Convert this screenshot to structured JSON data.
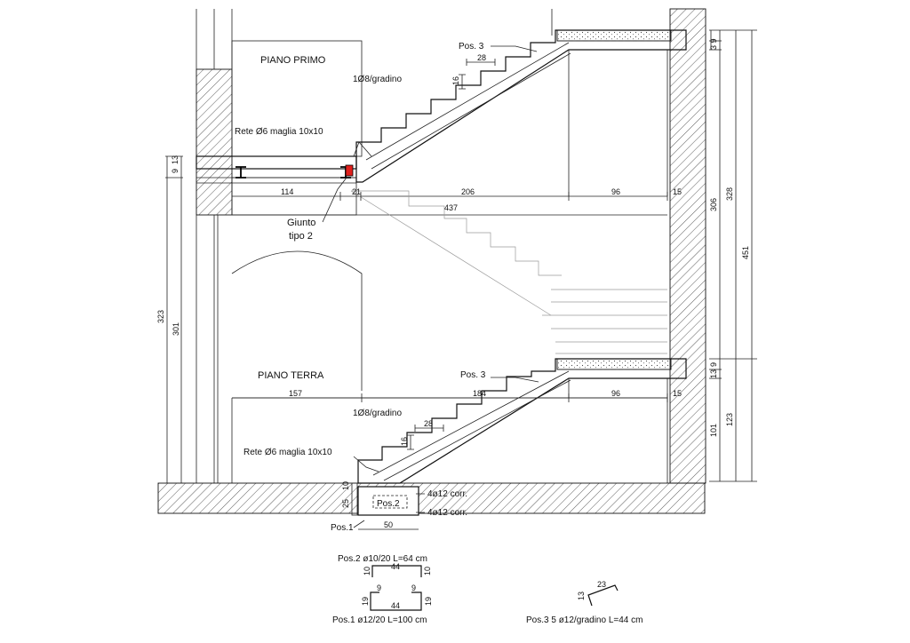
{
  "labels": {
    "piano_primo": "PIANO PRIMO",
    "piano_terra": "PIANO TERRA",
    "pos3_upper": "Pos. 3",
    "pos3_lower": "Pos. 3",
    "gradino_upper": "1Ø8/gradino",
    "gradino_lower": "1Ø8/gradino",
    "rete_upper": "Rete Ø6 maglia 10x10",
    "rete_lower": "Rete Ø6 maglia 10x10",
    "giunto_1": "Giunto",
    "giunto_2": "tipo 2",
    "pos2_box": "Pos.2",
    "pos1": "Pos.1",
    "corr_top": "4ø12 corr.",
    "corr_bottom": "4ø12 corr."
  },
  "dims": {
    "step_w_upper": "28",
    "step_h_upper": "16",
    "step_w_lower": "28",
    "step_h_lower": "16",
    "slab_a_upper": "9",
    "slab_b_upper": "13",
    "d114": "114",
    "d21": "21",
    "d206": "206",
    "d96_upper": "96",
    "d15_upper": "15",
    "d437": "437",
    "d39_upper": "3 9",
    "d306": "306",
    "d328": "328",
    "d451": "451",
    "d323": "323",
    "d301": "301",
    "d157": "157",
    "d184": "184",
    "d96_lower": "96",
    "d15_lower": "15",
    "d13_lower": "13",
    "d9_lower": "9",
    "d101": "101",
    "d123": "123",
    "d10_found": "10",
    "d25_found": "25",
    "d50_found": "50"
  },
  "schedule": {
    "pos2_caption": "Pos.2  ø10/20  L=64  cm",
    "pos2_top": "44",
    "pos2_left": "10",
    "pos2_right": "10",
    "pos1_caption": "Pos.1  ø12/20  L=100  cm",
    "pos1_top_left": "9",
    "pos1_top_right": "9",
    "pos1_left": "19",
    "pos1_right": "19",
    "pos1_bottom": "44",
    "pos3_caption": "Pos.3  5  ø12/gradino  L=44  cm",
    "pos3_h": "13",
    "pos3_w": "23"
  },
  "colors": {
    "line": "#111111",
    "joint": "#e0201c"
  }
}
